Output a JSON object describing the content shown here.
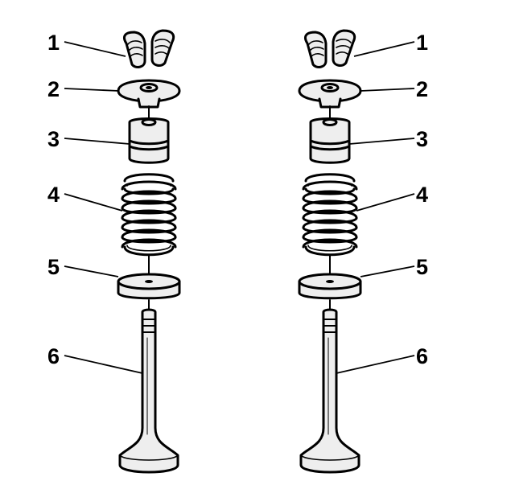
{
  "figure": {
    "left_assembly": {
      "callouts": [
        "1",
        "2",
        "3",
        "4",
        "5",
        "6"
      ]
    },
    "right_assembly": {
      "callouts": [
        "1",
        "2",
        "3",
        "4",
        "5",
        "6"
      ]
    }
  },
  "colors": {
    "outline": "#000000",
    "part_fill": "#eeeeee",
    "background": "#ffffff"
  }
}
